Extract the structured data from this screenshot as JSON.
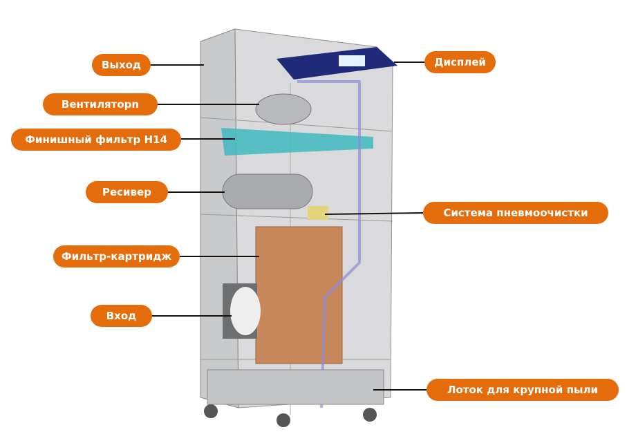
{
  "colors": {
    "label_bg": "#E46C0A",
    "label_text": "#ffffff",
    "leader": "#111111"
  },
  "labels": {
    "exit": "Выход",
    "fan": "Вентиляторn",
    "final_filter": "Финишный фильтр H14",
    "receiver": "Ресивер",
    "cartridge": "Фильтр-картридж",
    "inlet": "Вход",
    "display": "Дисплей",
    "pneumo": "Система пневмоочистки",
    "dust_tray": "Лоток для крупной пыли"
  }
}
